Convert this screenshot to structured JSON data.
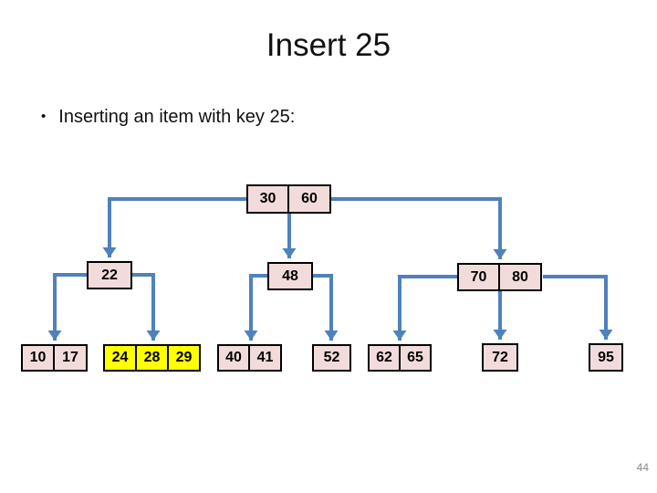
{
  "slide": {
    "title": "Insert 25",
    "bullet_glyph": "•",
    "bullet_text": "Inserting an item with key 25:",
    "page_number": "44"
  },
  "colors": {
    "node_fill": "#F2DCDB",
    "highlight_fill": "#FFFF00",
    "connector_blue": "#4F81BD",
    "node_border": "#000000",
    "page_number_gray": "#898989"
  },
  "tree": {
    "root": {
      "keys": [
        "30",
        "60"
      ]
    },
    "n22": {
      "keys": [
        "22"
      ]
    },
    "n48": {
      "keys": [
        "48"
      ]
    },
    "n70_80": {
      "keys": [
        "70",
        "80"
      ]
    },
    "n10_17": {
      "keys": [
        "10",
        "17"
      ]
    },
    "n24_28_29": {
      "keys": [
        "24",
        "28",
        "29"
      ],
      "highlighted": true
    },
    "n40_41": {
      "keys": [
        "40",
        "41"
      ]
    },
    "n52": {
      "keys": [
        "52"
      ]
    },
    "n62_65": {
      "keys": [
        "62",
        "65"
      ]
    },
    "n72": {
      "keys": [
        "72"
      ]
    },
    "n95": {
      "keys": [
        "95"
      ]
    }
  }
}
